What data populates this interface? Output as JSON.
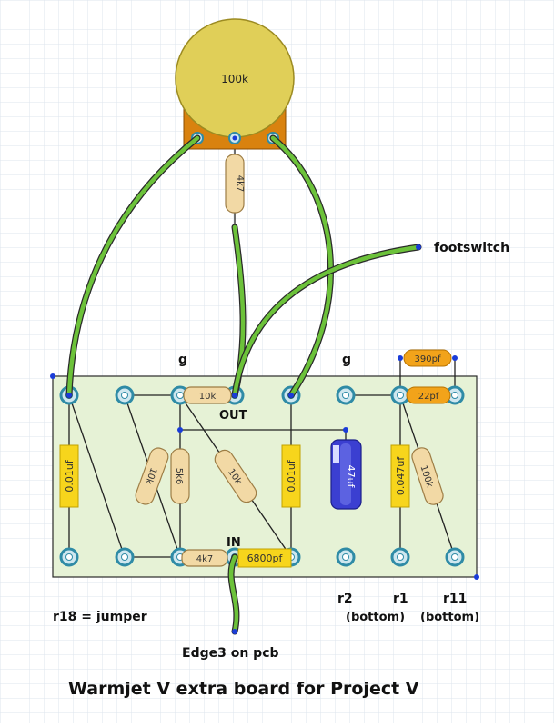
{
  "pot": {
    "label": "100k"
  },
  "resistors": {
    "pot_series": "4k7",
    "top": "10k",
    "diag1": "10k",
    "diag2": "5k6",
    "diag3": "10k",
    "bottom": "4k7",
    "right": "100k"
  },
  "caps": {
    "c_left": "0.01uf",
    "c_mid": "0.01uf",
    "c_right": "0.047uf",
    "elec": "47uf",
    "c_out": "6800pf",
    "cer_top": "390pf",
    "cer_mid": "22pf"
  },
  "labels": {
    "g1": "g",
    "g2": "g",
    "out": "OUT",
    "in": "IN",
    "footswitch": "footswitch",
    "r18": "r18 = jumper",
    "r2": "r2",
    "r1": "r1",
    "r11": "r11",
    "r1_sub": "(bottom)",
    "r11_sub": "(bottom)",
    "edge": "Edge3 on pcb"
  },
  "title": "Warmjet V extra board for Project V",
  "colors": {
    "board": "#e6f2d6",
    "wire": "#6cc23a",
    "pot_body": "#e0cf58",
    "pot_base": "#d9820f",
    "cap_yellow": "#f7d51c",
    "resistor": "#f2d9a5",
    "ceramic": "#f2a31a",
    "electrolytic": "#3b3fd1"
  }
}
